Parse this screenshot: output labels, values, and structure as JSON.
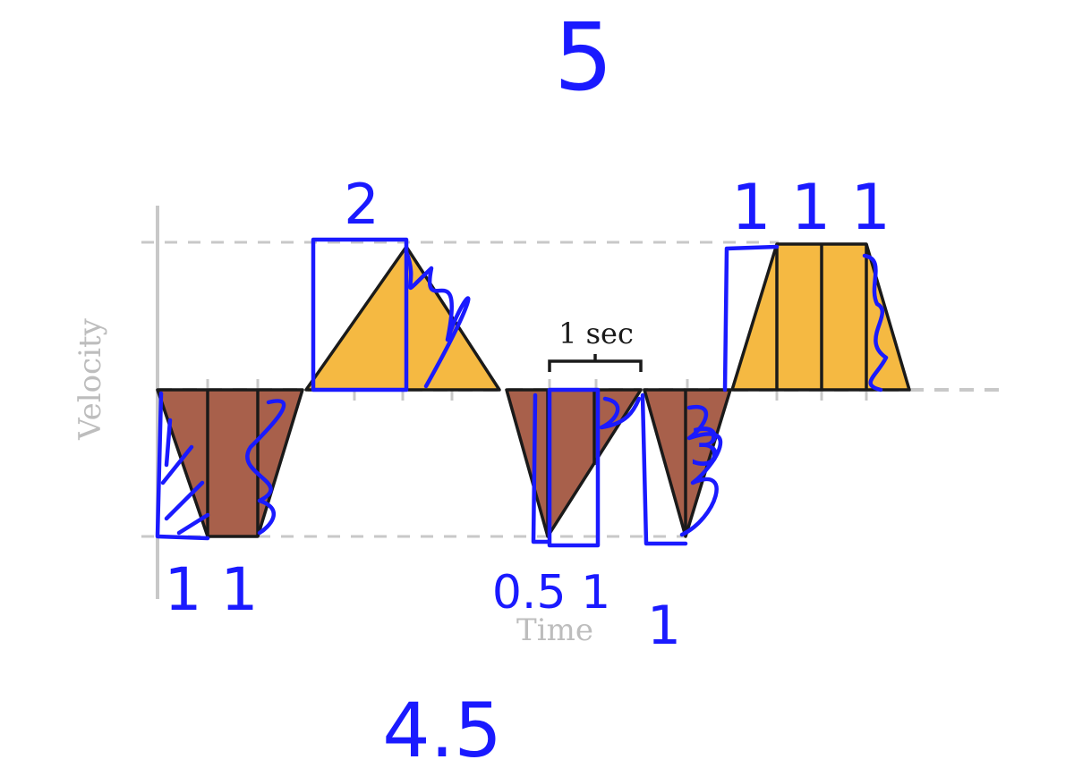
{
  "diagram": {
    "x_axis_label": "Time",
    "y_axis_label": "Velocity",
    "scale_label": "1 sec",
    "colors": {
      "positive_area": "#f5b942",
      "negative_area": "#a8604b",
      "outline": "#1a1a1a",
      "axis": "#c8c8c8",
      "grid": "#c8c8c8",
      "ink": "#1a1aff"
    }
  },
  "handwriting": {
    "top_total": "5",
    "bottom_total": "4.5",
    "bottom_left": "1 1",
    "middle_bottom": "0.5 1",
    "right_bottom": "1",
    "top_middle": "2",
    "top_right": "1 1 1",
    "right_small": "3"
  }
}
